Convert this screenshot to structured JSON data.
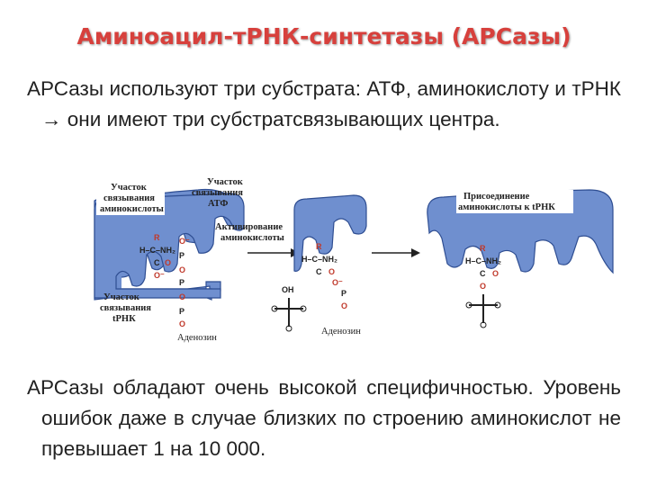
{
  "title": "Аминоацил-тРНК-синтетазы (АРСазы)",
  "paragraph1": "АРСазы используют три субстрата: АТФ, аминокислоту и тРНК → они имеют три субстратсвязывающих центра.",
  "paragraph2": "АРСазы обладают очень высокой специфичностью. Уровень ошибок даже в случае близких по строению аминокислот не превышает 1 на 10 000.",
  "diagram": {
    "labels": {
      "aa_site": [
        "Участок",
        "связывания",
        "аминокислоты"
      ],
      "atp_site": [
        "Участок",
        "связывания",
        "АТФ"
      ],
      "activation": [
        "Активирование",
        "аминокислоты"
      ],
      "attach": [
        "Присоединение",
        "аминокислоты к tРНК"
      ],
      "trna_site": [
        "Участок",
        "связывания",
        "tРНК"
      ],
      "adenosine1": "Аденозин",
      "adenosine2": "Аденозин"
    },
    "chem": {
      "r": "R",
      "h": "H",
      "c": "C",
      "nh2": "NH₂",
      "o": "O",
      "p": "P",
      "oh": "OH"
    },
    "colors": {
      "enzyme_fill": "#6f8fcf",
      "enzyme_stroke": "#2f4e92",
      "title_color": "#d7403c"
    }
  }
}
